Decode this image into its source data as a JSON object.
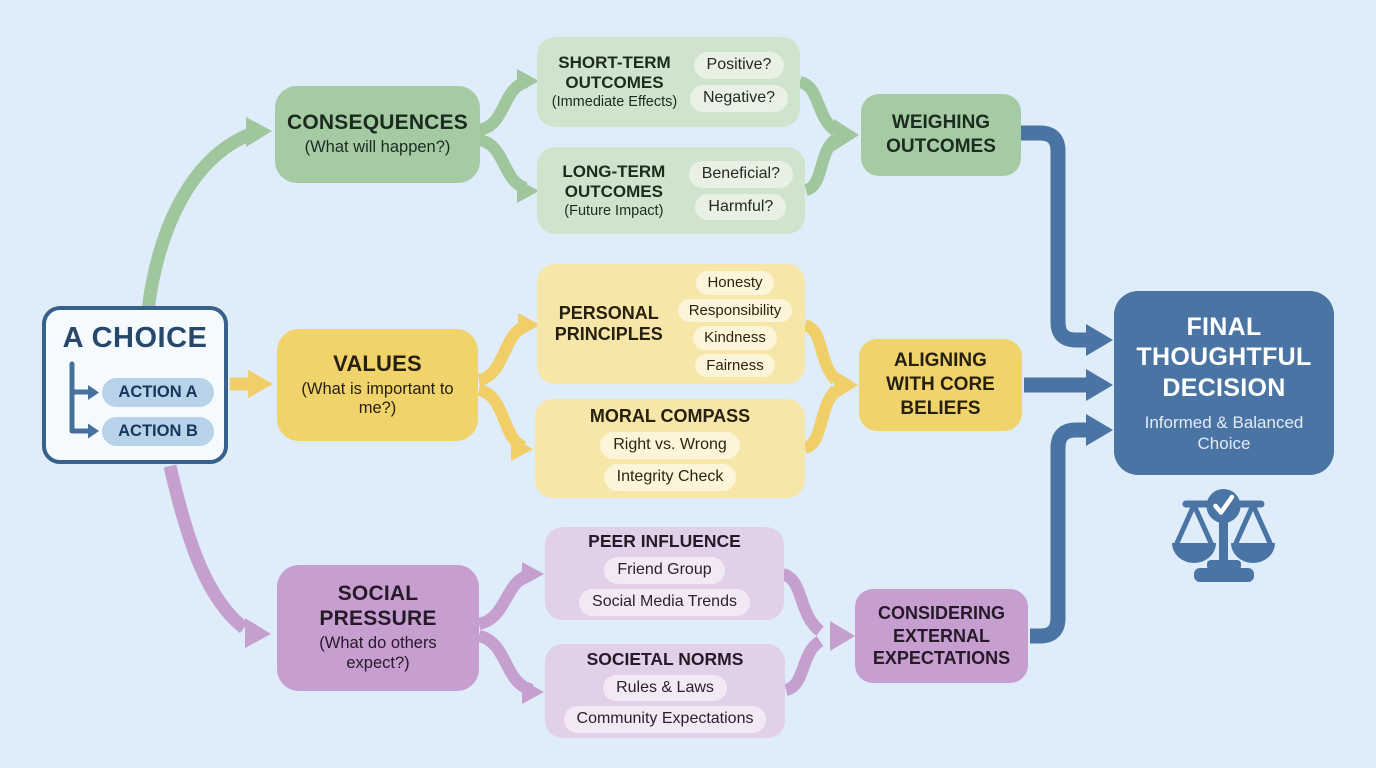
{
  "choice": {
    "title": "A CHOICE",
    "action_a": "ACTION A",
    "action_b": "ACTION B"
  },
  "branches": [
    {
      "name": "CONSEQUENCES",
      "question": "(What will happen?)",
      "sub1": {
        "title": "SHORT-TERM OUTCOMES",
        "note": "(Immediate Effects)",
        "tags": [
          "Positive?",
          "Negative?"
        ]
      },
      "sub2": {
        "title": "LONG-TERM OUTCOMES",
        "note": "(Future Impact)",
        "tags": [
          "Beneficial?",
          "Harmful?"
        ]
      },
      "result": "WEIGHING OUTCOMES"
    },
    {
      "name": "VALUES",
      "question": "(What is important to me?)",
      "sub1": {
        "title": "PERSONAL PRINCIPLES",
        "note": "",
        "tags": [
          "Honesty",
          "Responsibility",
          "Kindness",
          "Fairness"
        ]
      },
      "sub2": {
        "title": "MORAL COMPASS",
        "note": "",
        "tags": [
          "Right vs. Wrong",
          "Integrity Check"
        ]
      },
      "result": "ALIGNING WITH CORE BELIEFS"
    },
    {
      "name": "SOCIAL PRESSURE",
      "question": "(What do others expect?)",
      "sub1": {
        "title": "PEER INFLUENCE",
        "note": "",
        "tags": [
          "Friend Group",
          "Social Media Trends"
        ]
      },
      "sub2": {
        "title": "SOCIETAL NORMS",
        "note": "",
        "tags": [
          "Rules & Laws",
          "Community Expectations"
        ]
      },
      "result": "CONSIDERING EXTERNAL EXPECTATIONS"
    }
  ],
  "final": {
    "title": "FINAL THOUGHTFUL DECISION",
    "subtitle": "Informed & Balanced Choice",
    "icon": "balance-scale-with-checkmark"
  },
  "palette": {
    "background": "#deedf9",
    "green_node": "#a6cba4",
    "green_sub": "#d0e4cd",
    "green_pill": "#e8f1e4",
    "green_arrow": "#9fc69d",
    "yellow_node": "#f1d36c",
    "yellow_sub": "#f6e6a8",
    "yellow_pill": "#fdf5d9",
    "yellow_arrow": "#f0cf68",
    "purple_node": "#c79ed0",
    "purple_sub": "#e2cfe8",
    "purple_pill": "#f2e9f5",
    "purple_arrow": "#c59fce",
    "blue_node": "#4a74a3",
    "blue_arrow": "#4a74a3",
    "choice_border": "#37608a",
    "choice_bg": "#f4fafe",
    "action_pill": "#b7d2e9",
    "navy_text": "#27476b"
  }
}
